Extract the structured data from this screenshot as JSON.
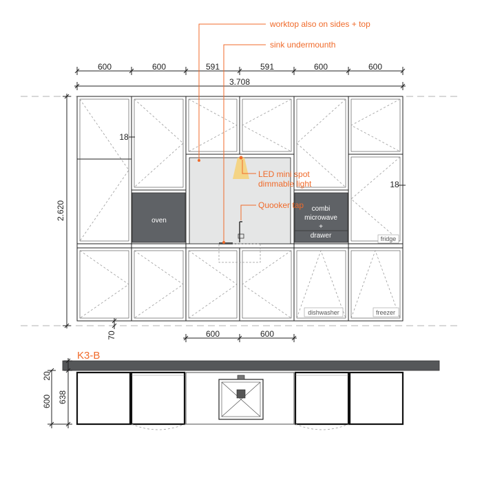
{
  "dimensions": {
    "top_widths": [
      "600",
      "600",
      "591",
      "591",
      "600",
      "600"
    ],
    "total_width": "3.708",
    "height": "2.620",
    "panel_left": "18",
    "panel_right": "18",
    "plinth": "70",
    "bottom_widths": [
      "600",
      "600"
    ],
    "plan_gap": "20",
    "plan_depth": "600",
    "plan_cabinet": "638"
  },
  "annotations": {
    "worktop": "worktop also on sides + top",
    "sink": "sink undermounth",
    "led_line1": "LED mini spot",
    "led_line2": "dimmable light",
    "tap": "Quooker tap"
  },
  "appliances": {
    "oven": "oven",
    "combi_line1": "combi",
    "combi_line2": "microwave",
    "combi_line3": "+",
    "combi_line4": "drawer",
    "fridge": "fridge",
    "dishwasher": "dishwasher",
    "freezer": "freezer"
  },
  "plan": {
    "title": "K3-B"
  },
  "colors": {
    "accent": "#f06a2a",
    "appliance_fill": "#5f6266",
    "worktop": "#555759",
    "niche": "#e5e6e6"
  }
}
